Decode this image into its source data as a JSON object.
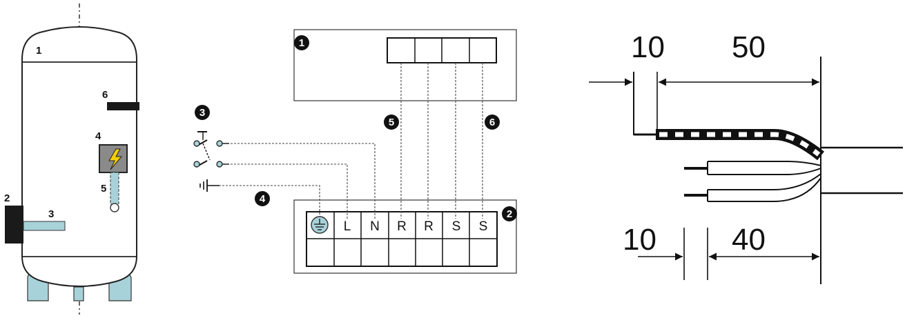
{
  "tank": {
    "labels": [
      "1",
      "2",
      "3",
      "4",
      "5",
      "6"
    ],
    "colors": {
      "element_blue": "#a8d2d9",
      "dark": "#1a1a1a",
      "heater_gray": "#8a8a8a",
      "bolt": "#f5d000"
    },
    "icons": [
      "lightning-bolt-icon"
    ]
  },
  "wiring": {
    "callouts": [
      "1",
      "2",
      "3",
      "4",
      "5",
      "6"
    ],
    "terminals": [
      "⏚",
      "L",
      "N",
      "R",
      "R",
      "S",
      "S"
    ],
    "icons": [
      "ground-terminal-icon",
      "switch-icon",
      "ground-symbol-icon"
    ]
  },
  "cable": {
    "dimensions_top": [
      "10",
      "50"
    ],
    "dimensions_bottom": [
      "10",
      "40"
    ]
  }
}
